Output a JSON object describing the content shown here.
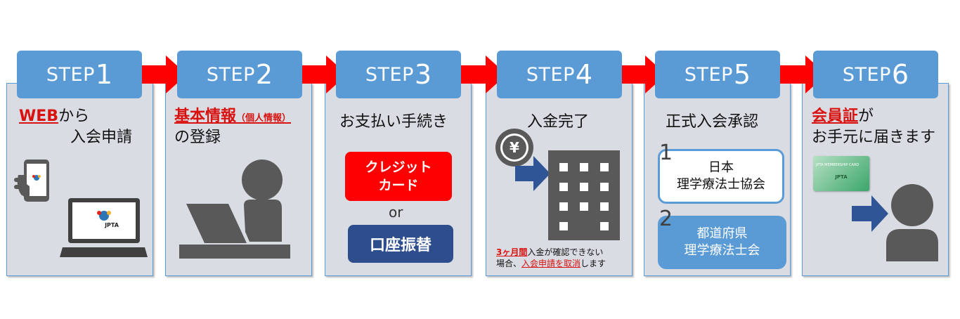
{
  "steps": [
    {
      "label": "STEP",
      "num": "1"
    },
    {
      "label": "STEP",
      "num": "2"
    },
    {
      "label": "STEP",
      "num": "3"
    },
    {
      "label": "STEP",
      "num": "4"
    },
    {
      "label": "STEP",
      "num": "5"
    },
    {
      "label": "STEP",
      "num": "6"
    }
  ],
  "step1": {
    "red": "WEB",
    "text1": "から",
    "text2": "入会申請",
    "logo": "JPTA"
  },
  "step2": {
    "red": "基本情報",
    "red_small": "（個人情報）",
    "text": "の登録"
  },
  "step3": {
    "title": "お支払い手続き",
    "credit1": "クレジット",
    "credit2": "カード",
    "or": "or",
    "bank": "口座振替"
  },
  "step4": {
    "title": "入金完了",
    "yen": "¥",
    "note_red1": "3ヶ月間",
    "note1": "入金が確認できない",
    "note2a": "場合、",
    "note_red2": "入会申請を取消",
    "note2b": "します"
  },
  "step5": {
    "title": "正式入会承認",
    "n1": "1",
    "box1a": "日本",
    "box1b": "理学療法士協会",
    "n2": "2",
    "box2a": "都道府県",
    "box2b": "理学療法士会"
  },
  "step6": {
    "red": "会員証",
    "text1": "が",
    "text2": "お手元に届きます",
    "card_title": "JPTA MEMBERSHIP CARD",
    "card_logo": "JPTA"
  },
  "colors": {
    "tab": "#5b9bd5",
    "panel": "#d9dde3",
    "arrow": "#ff0000",
    "red_btn": "#ff0000",
    "navy_btn": "#2e4d8c",
    "blue_arrow": "#2f5597",
    "icon_gray": "#595959"
  }
}
